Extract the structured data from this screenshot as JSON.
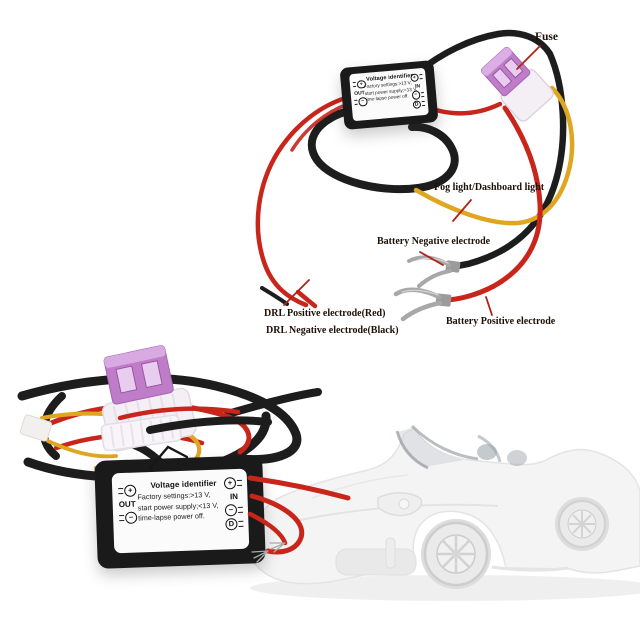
{
  "module_label": {
    "title": "Voltage identifier",
    "lines": [
      "Factory settings:>13 V,",
      "start power supply;<13 V,",
      "time-lapse power off."
    ],
    "out": "OUT",
    "in": "IN",
    "terminals": {
      "plus": "+",
      "minus": "−",
      "diode": "D"
    }
  },
  "annotations": {
    "fuse": "Fuse",
    "fog_light": "Fog light/Dashboard light",
    "battery_negative": "Battery Negative electrode",
    "battery_positive": "Battery Positive electrode",
    "drl_positive": "DRL Positive electrode(Red)",
    "drl_negative": "DRL Negative electrode(Black)"
  },
  "colors": {
    "background": "#ffffff",
    "wire_red": "#c8251b",
    "wire_yellow": "#dfa622",
    "wire_black": "#1d1d1d",
    "fuse_purple": "#bf7cc9",
    "fuse_holder_white": "#f3eff5",
    "terminal_silver": "#a8a8a8",
    "module_body": "#1a1a1a",
    "module_label_bg": "#fbfbfb",
    "leader_line": "#b22018",
    "annotation_text": "#1d1006",
    "car_ghost": "#f4f4f4"
  }
}
